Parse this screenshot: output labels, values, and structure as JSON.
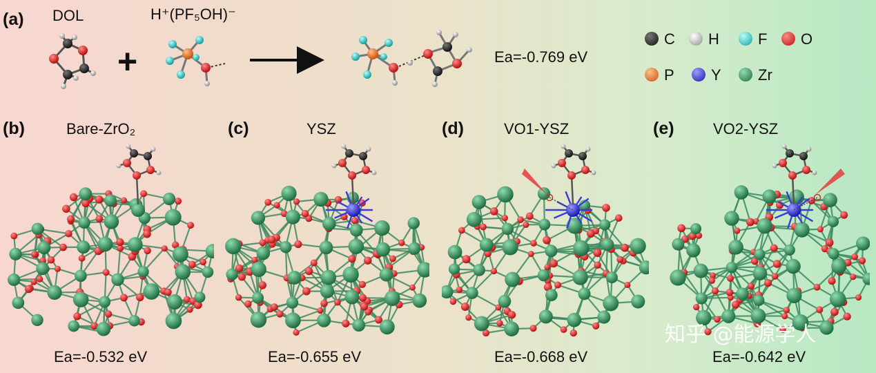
{
  "panel_a": {
    "label": "(a)",
    "reactant1": "DOL",
    "reactant2": "H⁺(PF₅OH)⁻",
    "plus": "+",
    "ea": "Ea=-0.769 eV"
  },
  "legend": [
    {
      "symbol": "C",
      "color": "#1c1c1c"
    },
    {
      "symbol": "H",
      "color": "#b9b9b9"
    },
    {
      "symbol": "F",
      "color": "#2fc4c4"
    },
    {
      "symbol": "O",
      "color": "#e21e1e"
    },
    {
      "symbol": "P",
      "color": "#ef7422"
    },
    {
      "symbol": "Y",
      "color": "#2727e0"
    },
    {
      "symbol": "Zr",
      "color": "#2f8a58"
    }
  ],
  "panels": [
    {
      "label": "(b)",
      "name": "Bare-ZrO₂",
      "ea": "Ea=-0.532 eV",
      "center": "zr"
    },
    {
      "label": "(c)",
      "name": "YSZ",
      "ea": "Ea=-0.655 eV",
      "center": "y"
    },
    {
      "label": "(d)",
      "name": "VO1-YSZ",
      "ea": "Ea=-0.668 eV",
      "center": "y_vac_left"
    },
    {
      "label": "(e)",
      "name": "VO2-YSZ",
      "ea": "Ea=-0.642 eV",
      "center": "y_vac_right"
    }
  ],
  "watermark": "知乎 @能源学人"
}
